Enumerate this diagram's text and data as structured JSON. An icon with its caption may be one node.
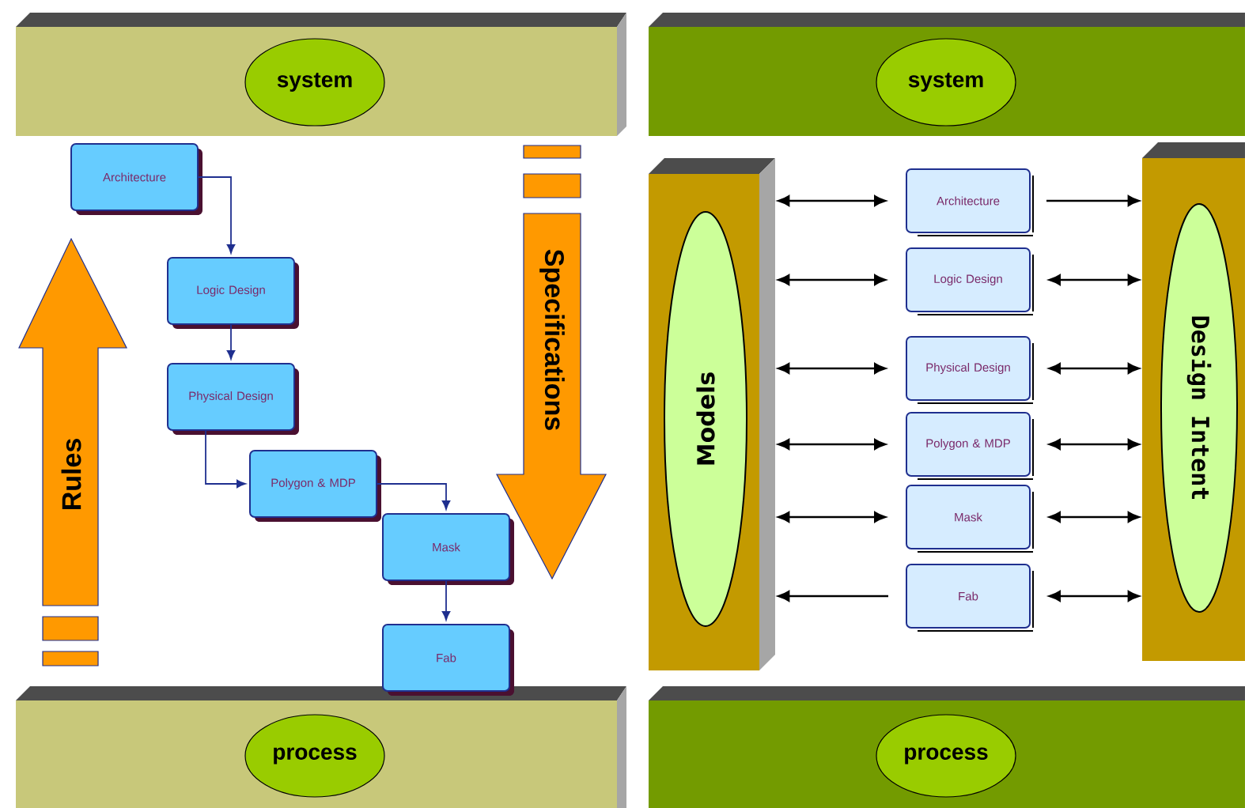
{
  "diagram": {
    "nodes": [
      {
        "text": [
          "system"
        ]
      },
      {
        "text": [
          "system"
        ]
      },
      {
        "text": [
          "Architecture"
        ]
      },
      {
        "text": [
          "Logic Design"
        ]
      },
      {
        "text": [
          "Physical Design"
        ]
      },
      {
        "text": [
          "Polygon & MDP"
        ]
      },
      {
        "text": [
          "Mask"
        ]
      },
      {
        "text": [
          "Fab"
        ]
      },
      {
        "text": [
          "Rules"
        ]
      },
      {
        "text": [
          "Specifications"
        ]
      },
      {
        "text": [
          "Models"
        ]
      },
      {
        "text": [
          "Architecture"
        ]
      },
      {
        "text": [
          "Logic Design"
        ]
      },
      {
        "text": [
          "Physical Design"
        ]
      },
      {
        "text": [
          "Polygon & MDP"
        ]
      },
      {
        "text": [
          "Mask"
        ]
      },
      {
        "text": [
          "Fab"
        ]
      },
      {
        "text": [
          "Design Intent"
        ]
      },
      {
        "text": [
          "process"
        ]
      },
      {
        "text": [
          "process"
        ]
      }
    ],
    "edges": [
      {
        "from": 2,
        "to": 3,
        "arrow": "to",
        "color": "#1f2f8f"
      },
      {
        "from": 3,
        "to": 4,
        "arrow": "to",
        "color": "#1f2f8f"
      },
      {
        "from": 4,
        "to": 5,
        "arrow": "to",
        "color": "#1f2f8f"
      },
      {
        "from": 5,
        "to": 6,
        "arrow": "to",
        "color": "#1f2f8f"
      },
      {
        "from": 6,
        "to": 7,
        "arrow": "to",
        "color": "#1f2f8f"
      },
      {
        "from": 10,
        "to": 11,
        "arrow": "both"
      },
      {
        "from": 10,
        "to": 12,
        "arrow": "both"
      },
      {
        "from": 10,
        "to": 13,
        "arrow": "both"
      },
      {
        "from": 10,
        "to": 14,
        "arrow": "both"
      },
      {
        "from": 10,
        "to": 15,
        "arrow": "both"
      },
      {
        "from": 16,
        "to": 10,
        "arrow": "to"
      },
      {
        "from": 11,
        "to": 17,
        "arrow": "to"
      },
      {
        "from": 12,
        "to": 17,
        "arrow": "both"
      },
      {
        "from": 13,
        "to": 17,
        "arrow": "both"
      },
      {
        "from": 14,
        "to": 17,
        "arrow": "both"
      },
      {
        "from": 15,
        "to": 17,
        "arrow": "both"
      },
      {
        "from": 16,
        "to": 17,
        "arrow": "both"
      }
    ]
  }
}
